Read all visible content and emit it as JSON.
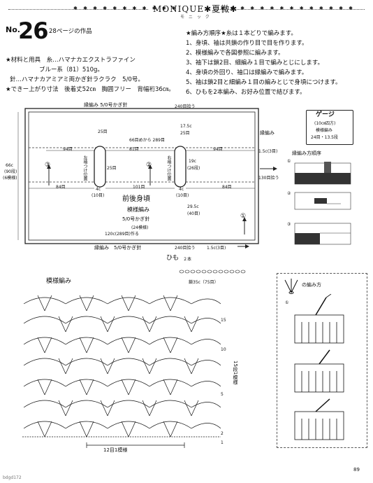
{
  "header": {
    "brand": "MONIQUE✱夏微✱",
    "ornament_left": "✱ ✱ ✱ ✱ ✱ ✱ ✱ ✱ ✱ ✱ ✱",
    "ornament_right": "✱ ✱ ✱ ✱ ✱ ✱ ✱ ✱ ✱ ✱ ✱ ✱ ✱ ✱",
    "sub": "モ ニ ッ ク"
  },
  "pattern": {
    "no_label": "No.",
    "number": "26",
    "page_ref": "28ページの作品"
  },
  "materials": {
    "line1": "★材料と用具　糸…ハマナカエクストラファイン",
    "line2": "ブルー系（81）510g。",
    "line3": "針…ハマナカアミアミ両かぎ針ラクラク　5/0号。",
    "line4": "★できー上がり寸法　後着丈52㎝　胸囲フリー　背幅裄36㎝。"
  },
  "steps": {
    "title": "★編み方順序★糸は１本どりで編みます。",
    "items": [
      "1、身頃、袖は共鎖の作り目で目を作ります。",
      "2、模様編みで各図参照に編みます。",
      "3、袖下は鎖2目、細編み１目で編みとじにします。",
      "4、身頃の外回り、袖口は縁編みで編みます。",
      "5、袖は鎖2目と細編み１目の編みとじで身頃につけます。",
      "6、ひもを2本編み、お好み位置で結びます。"
    ]
  },
  "diagram": {
    "edge_top": "縁編み 5/0号かぎ針",
    "rows_top": "240目拾う",
    "left_sleeve": "左袖つけ位置",
    "right_sleeve": "右袖つけ位置",
    "m25a": "25目",
    "m66": "66目めから 289目",
    "m175": "17.5c",
    "m25b": "25目",
    "m94a": "94目",
    "m81": "81目",
    "m94b": "94目",
    "m25c": "25目",
    "m19": "19c",
    "m26": "(26段)",
    "m66c": "66c",
    "m90": "(90段)",
    "m6rows": "(6模様)",
    "c3": "③",
    "c2": "②",
    "c1": "①",
    "m84a": "84目",
    "m101": "101目",
    "m84b": "84目",
    "m4a": "4c",
    "m10a": "(10目)",
    "m4b": "4c",
    "m10b": "(10目)",
    "body_title": "前後身頃",
    "body_pattern": "模様編み",
    "body_hook": "5/0号かぎ針",
    "m295": "29.5c",
    "m40": "(40目)",
    "m24": "(24模様)",
    "m120": "120c(289目)作る",
    "edge_right": "縁編み",
    "m15a": "1.5c(3目)",
    "m130": "130目拾う",
    "edge_bottom": "縁編み　5/0号かぎ針",
    "rows_bottom": "240目拾う",
    "m15b": "1.5c(3目)"
  },
  "gauge": {
    "title": "ゲージ",
    "sub": "(10㎝四方)",
    "pattern": "模様編み",
    "value": "24目・13.5段"
  },
  "edge_order": {
    "title": "縁編み方順序",
    "n1": "①",
    "n2": "②",
    "n3": "③"
  },
  "himo": {
    "title": "ひも",
    "count": "２本",
    "length": "鎖35c（75目）"
  },
  "chart": {
    "title": "模様編み",
    "row_marks": [
      "15",
      "10",
      "5",
      "2",
      "1"
    ],
    "rep_label": "15段1模様",
    "bottom_label": "12目1模様"
  },
  "how_to": {
    "title": "の編み方",
    "n1": "①"
  },
  "footer": {
    "page": "89",
    "mark": "bdgd172"
  }
}
